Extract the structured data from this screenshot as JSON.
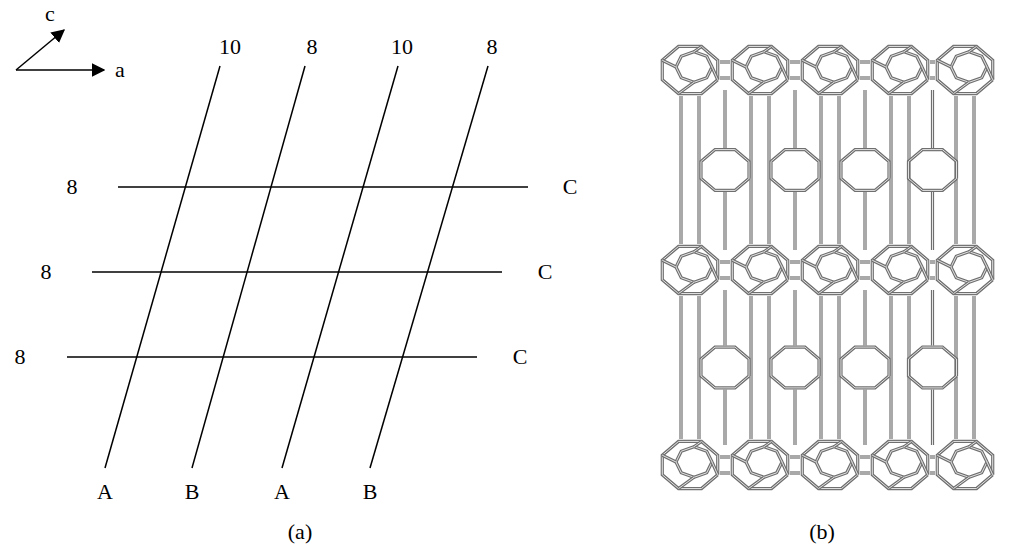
{
  "diagram": {
    "labels": [
      "c",
      "a",
      "10",
      "8",
      "10",
      "8",
      "8",
      "C",
      "8",
      "C",
      "8",
      "C",
      "A",
      "B",
      "A",
      "B",
      "(a)",
      "(b)"
    ]
  }
}
